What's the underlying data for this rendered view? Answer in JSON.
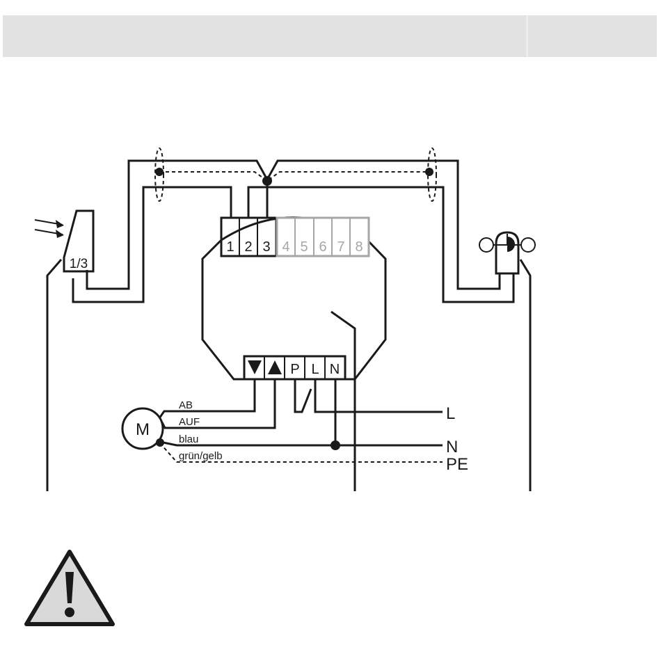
{
  "header": {
    "title": ""
  },
  "sensor_left": {
    "label": "1/3",
    "icon": "light-sensor-icon"
  },
  "sensor_right": {
    "icon": "wind-sensor-icon"
  },
  "actuator": {
    "top_terminals": [
      {
        "label": "1",
        "active": true
      },
      {
        "label": "2",
        "active": true
      },
      {
        "label": "3",
        "active": true
      },
      {
        "label": "4",
        "active": false
      },
      {
        "label": "5",
        "active": false
      },
      {
        "label": "6",
        "active": false
      },
      {
        "label": "7",
        "active": false
      },
      {
        "label": "8",
        "active": false
      }
    ],
    "bottom_terminals": [
      {
        "label": "▼",
        "type": "down-arrow"
      },
      {
        "label": "▲",
        "type": "up-arrow"
      },
      {
        "label": "P"
      },
      {
        "label": "L"
      },
      {
        "label": "N"
      }
    ]
  },
  "motor": {
    "label": "M"
  },
  "wires": {
    "ab": "AB",
    "auf": "AUF",
    "blau": "blau",
    "gruen_gelb": "grün/gelb"
  },
  "lines": {
    "l": "L",
    "n": "N",
    "pe": "PE"
  },
  "warning": {
    "icon": "warning-triangle-icon"
  },
  "colors": {
    "line": "#1a1a1a",
    "inactive_terminal": "#a6a6a6",
    "header": "#e2e2e2",
    "warning_fill": "#d9d9d9"
  }
}
